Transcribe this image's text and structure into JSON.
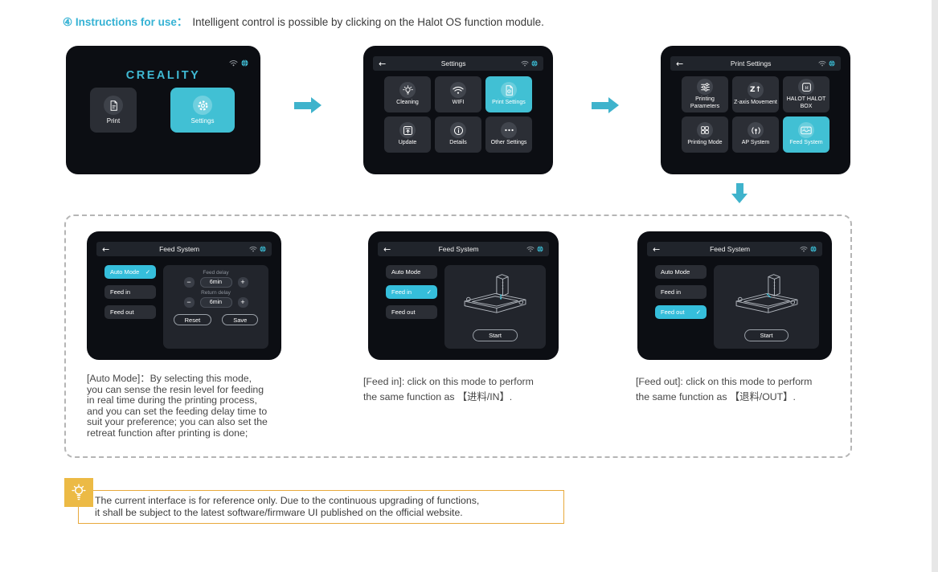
{
  "page": {
    "step_label": "④ Instructions for use：",
    "step_text": "Intelligent control is possible by clicking on the Halot OS function module."
  },
  "colors": {
    "accent": "#41c0d4",
    "arrow": "#3fb3cc",
    "screen_background": "#0c0e13",
    "tile_background": "#2b2e35",
    "note_icon_yellow": "#ecba45",
    "note_border_orange": "#e8a93c"
  },
  "icons": {
    "back_glyph": "←",
    "check_glyph": "✓",
    "z_axis_glyph": "Z↑",
    "halot_glyph": "H"
  },
  "screens": {
    "home": {
      "logo": "CREALITY",
      "print_tile": {
        "label": "Print",
        "icon": "document-icon"
      },
      "settings_tile": {
        "label": "Settings",
        "icon": "gear-icon"
      }
    },
    "settings": {
      "title": "Settings",
      "tiles": [
        {
          "label": "Cleaning",
          "icon": "cleaning-lamp-icon",
          "active": false
        },
        {
          "label": "WIFI",
          "icon": "wifi-icon",
          "active": false
        },
        {
          "label": "Print Settings",
          "icon": "document-gear-icon",
          "active": true
        },
        {
          "label": "Update",
          "icon": "update-icon",
          "active": false
        },
        {
          "label": "Details",
          "icon": "info-icon",
          "active": false
        },
        {
          "label": "Other Settings",
          "icon": "ellipsis-icon",
          "active": false
        }
      ]
    },
    "print_settings": {
      "title": "Print Settings",
      "tiles": [
        {
          "label": "Printing Parameters",
          "icon": "sliders-icon",
          "active": false
        },
        {
          "label": "Z-axis Movement",
          "icon": "z-axis-icon",
          "active": false
        },
        {
          "label": "HALOT HALOT BOX",
          "icon": "halot-box-icon",
          "active": false
        },
        {
          "label": "Printing Mode",
          "icon": "grid-icon",
          "active": false
        },
        {
          "label": "AP System",
          "icon": "access-point-icon",
          "active": false
        },
        {
          "label": "Feed System",
          "icon": "feed-vat-icon",
          "active": true
        }
      ]
    },
    "feed_auto": {
      "title": "Feed System",
      "menu": [
        {
          "label": "Auto Mode",
          "checked": true
        },
        {
          "label": "Feed in",
          "checked": false
        },
        {
          "label": "Feed out",
          "checked": false
        }
      ],
      "panel": {
        "feed_delay_label": "Feed delay",
        "feed_delay_value": "6min",
        "return_delay_label": "Return delay",
        "return_delay_value": "6min",
        "minus_glyph": "−",
        "plus_glyph": "+",
        "reset_label": "Reset",
        "save_label": "Save"
      }
    },
    "feed_in": {
      "title": "Feed System",
      "menu": [
        {
          "label": "Auto Mode",
          "checked": false
        },
        {
          "label": "Feed in",
          "checked": true
        },
        {
          "label": "Feed out",
          "checked": false
        }
      ],
      "start_label": "Start"
    },
    "feed_out": {
      "title": "Feed System",
      "menu": [
        {
          "label": "Auto Mode",
          "checked": false
        },
        {
          "label": "Feed in",
          "checked": false
        },
        {
          "label": "Feed out",
          "checked": true
        }
      ],
      "start_label": "Start"
    }
  },
  "descriptions": {
    "auto_mode": "[Auto Mode]：By selecting this mode,\n you can sense the resin level for feeding\nin real time during the printing process,\nand you can set the feeding delay time to\nsuit your preference; you can also set the\nretreat function after printing is done;",
    "feed_in": "[Feed in]: click on this mode to perform\nthe same function as 【进料/IN】.",
    "feed_out": "[Feed out]: click on this mode to perform\nthe same function as 【退料/OUT】."
  },
  "note": {
    "text": "The current interface is for reference only. Due to the continuous upgrading of functions,\nit shall be subject to the latest software/firmware UI published on the official website."
  }
}
